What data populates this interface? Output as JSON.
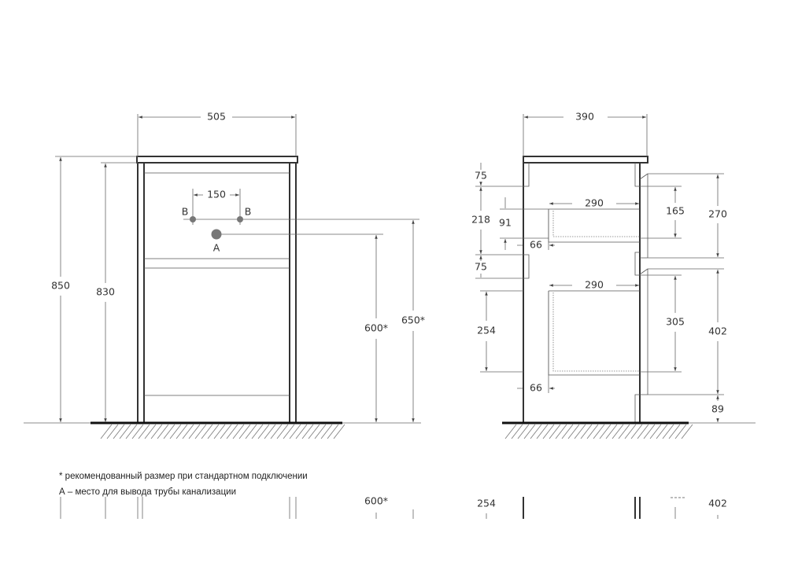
{
  "front_view": {
    "width": "505",
    "height_total": "850",
    "height_body": "830",
    "tap_spacing": "150",
    "tap_label_left": "B",
    "tap_label_right": "B",
    "drain_label": "A",
    "drain_height": "600*",
    "tap_height": "650*"
  },
  "side_view": {
    "depth": "390",
    "top_gap": "75",
    "drawer1_offset": "218",
    "mid_gap": "75",
    "drawer1_height": "91",
    "drawer1_setback": "66",
    "drawer1_depth": "290",
    "drawer1_front_inner": "165",
    "drawer1_front": "270",
    "drawer2_depth": "290",
    "drawer2_height": "254",
    "drawer2_front_inner": "305",
    "drawer2_front": "402",
    "drawer2_setback": "66",
    "plinth": "89"
  },
  "notes": {
    "asterisk": "* рекомендованный размер при стандартном подключении",
    "a_label": "А – место для вывода трубы канализации"
  },
  "bottom_fragment": {
    "left": "600*",
    "mid": "254",
    "right": "402"
  },
  "colors": {
    "line": "#333333",
    "dim": "#666666",
    "drain": "#777777"
  }
}
